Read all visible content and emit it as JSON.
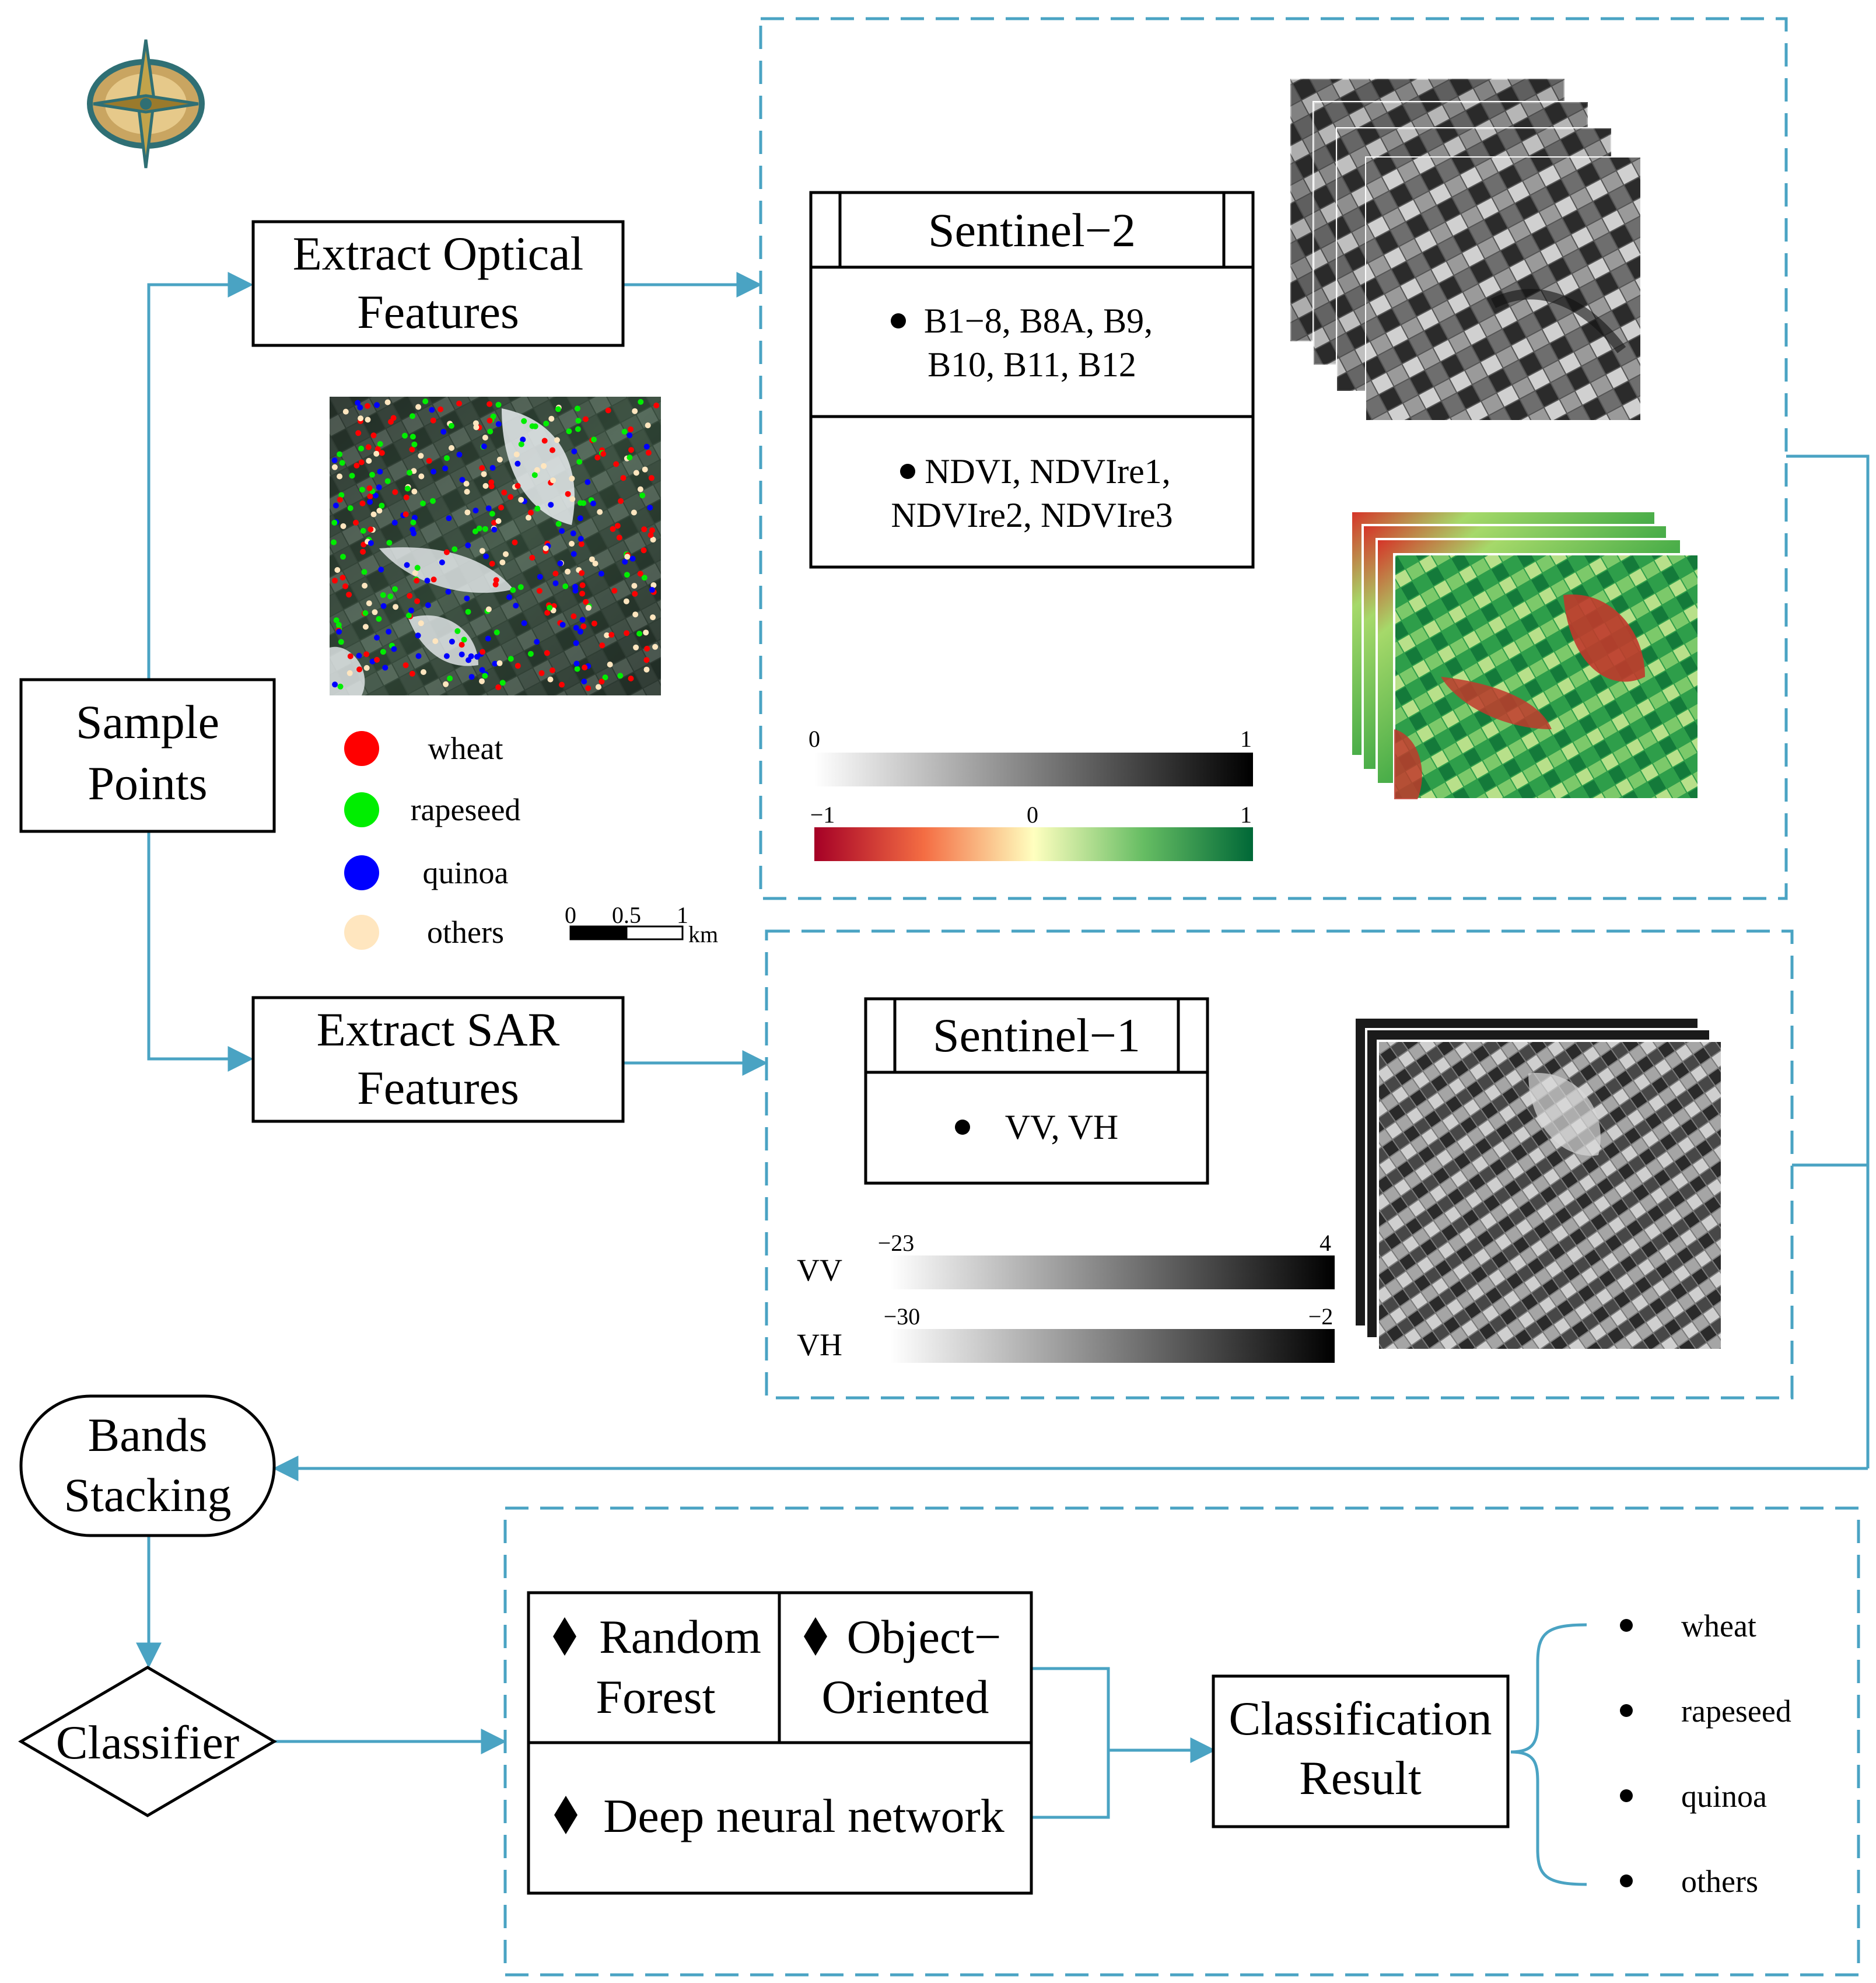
{
  "diagram": {
    "sample_points": "Sample Points",
    "sample_points_lines": [
      "Sample",
      "Points"
    ],
    "extract_optical_lines": [
      "Extract Optical",
      "Features"
    ],
    "extract_sar_lines": [
      "Extract SAR",
      "Features"
    ],
    "bands_stacking_lines": [
      "Bands",
      "Stacking"
    ],
    "classifier": "Classifier",
    "classification_result_lines": [
      "Classification",
      "Result"
    ]
  },
  "legend": {
    "items": [
      {
        "label": "wheat",
        "color": "#ff0000"
      },
      {
        "label": "rapeseed",
        "color": "#00ee00"
      },
      {
        "label": "quinoa",
        "color": "#0000ff"
      },
      {
        "label": "others",
        "color": "#ffe6bf"
      }
    ],
    "scale_ticks": [
      "0",
      "0.5",
      "1"
    ],
    "scale_unit": "km"
  },
  "sentinel2": {
    "title": "Sentinel−2",
    "bands_line1": "B1−8, B8A, B9,",
    "bands_line2": "B10, B11, B12",
    "indices_line1": "NDVI, NDVIre1,",
    "indices_line2": "NDVIre2, NDVIre3",
    "gray_scale": {
      "min": "0",
      "max": "1"
    },
    "ndvi_scale": {
      "min": "−1",
      "mid": "0",
      "max": "1"
    }
  },
  "sentinel1": {
    "title": "Sentinel−1",
    "bands": "VV, VH",
    "vv": {
      "label": "VV",
      "min": "−23",
      "max": "4"
    },
    "vh": {
      "label": "VH",
      "min": "−30",
      "max": "−2"
    }
  },
  "classifiers": {
    "random_forest_lines": [
      "Random",
      "Forest"
    ],
    "object_oriented_lines": [
      "Object−",
      "Oriented"
    ],
    "dnn": "Deep neural network"
  },
  "result_classes": [
    "wheat",
    "rapeseed",
    "quinoa",
    "others"
  ],
  "colors": {
    "connector": "#4aa3c3",
    "ndvi_low": "#a50026",
    "ndvi_mid": "#ffffbf",
    "ndvi_high": "#006837"
  }
}
